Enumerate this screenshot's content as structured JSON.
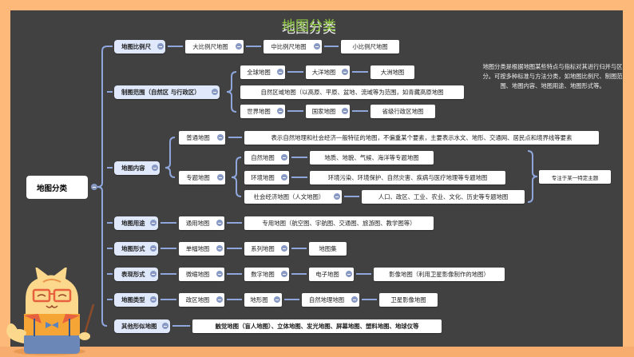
{
  "title": "地图分类",
  "description": "地图分类是根据地图某些特点与指标对其进行归并与区分。可按多种标准与方法分类，如地图比例尺、制图范围、地图内容、地图用途、地图形式等。",
  "root": "地图分类",
  "colors": {
    "frame": "#fdb97a",
    "board": "#414141",
    "title": "#8cc63f",
    "connector": "#8ea6dc",
    "level1": "#dfe9fb"
  },
  "scale": {
    "label": "地图比例尺",
    "items": [
      "大比例尺地图",
      "中比例尺地图",
      "小比例尺地图"
    ]
  },
  "range": {
    "label": "制图范围（自然区 与行政区）",
    "row1": [
      "全球地图",
      "大洋地图",
      "大洲地图"
    ],
    "row2": "自然区域地图（以高原、平原、盆地、流域等为范围，如青藏高原地图",
    "row3": [
      "世界地图",
      "国家地图",
      "省级行政区地图"
    ]
  },
  "content": {
    "label": "地图内容",
    "general": "普通地图",
    "general_desc": "表示自然地理和社会经济一般特征的地图，不偏重某个要素，主要表示水文、地形、交通网、居民点和境界线等要素",
    "thematic": "专题地图",
    "natural": "自然地图",
    "natural_desc": "地质、地貌、气候、海洋等专题地图",
    "env": "环境地图",
    "env_desc": "环境污染、环境保护、自然灾害、疾病与医疗地理等专题地图",
    "social": "社会经济地图（人文地图）",
    "social_desc": "人口、政区、工业、农业、文化、历史等专题地图",
    "thematic_note": "专注于某一特定主题"
  },
  "usage": {
    "label": "地图用途",
    "items": [
      "通用地图",
      "专用地图（航空图、宇航图、交通图、旅游图、教学图等）"
    ]
  },
  "form": {
    "label": "地图形式",
    "items": [
      "单幅地图",
      "系列地图",
      "地图集"
    ]
  },
  "expression": {
    "label": "表现形式",
    "items": [
      "微缩地图",
      "数字地图",
      "电子地图",
      "影像地图（利用卫星影像制作的地图）"
    ]
  },
  "type": {
    "label": "地图类型",
    "items": [
      "政区地图",
      "地形图",
      "自然地理地图",
      "卫星影像地图"
    ]
  },
  "other": {
    "label": "其他形似地图",
    "items": [
      "触觉地图（盲人地图）、立体地图、发光地图、屏幕地图、塑料地图、地球仪等"
    ]
  }
}
